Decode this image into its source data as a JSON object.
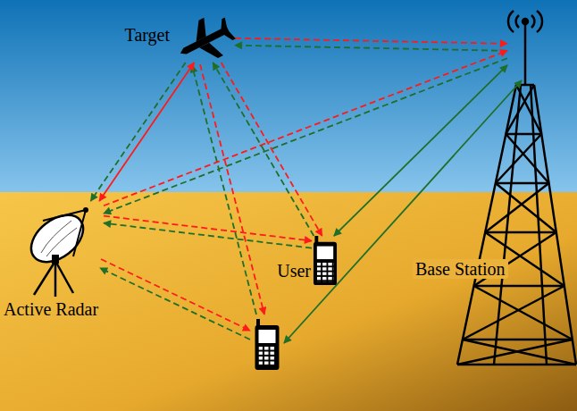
{
  "diagram": {
    "nodes": [
      {
        "text": [
          "Target"
        ]
      },
      {
        "text": [
          "Active Radar"
        ]
      },
      {
        "text": [
          "User"
        ]
      },
      {
        "text": [
          "Base Station"
        ]
      }
    ],
    "edges": [
      {
        "from": 1,
        "to": 0,
        "arrow": "both"
      },
      {
        "from": 0,
        "to": 1,
        "arrow": "to"
      },
      {
        "from": 0,
        "to": 3,
        "arrow": "to"
      },
      {
        "from": 3,
        "to": 0,
        "arrow": "to"
      },
      {
        "from": 1,
        "to": 3,
        "arrow": "to"
      },
      {
        "from": 3,
        "to": 1,
        "arrow": "to"
      },
      {
        "from": 1,
        "to": 2,
        "arrow": "to"
      },
      {
        "from": 2,
        "to": 1,
        "arrow": "to"
      },
      {
        "from": 0,
        "to": 2,
        "arrow": "to"
      },
      {
        "from": 2,
        "to": 0,
        "arrow": "to"
      },
      {
        "from": 3,
        "to": 2,
        "arrow": "both"
      }
    ]
  }
}
